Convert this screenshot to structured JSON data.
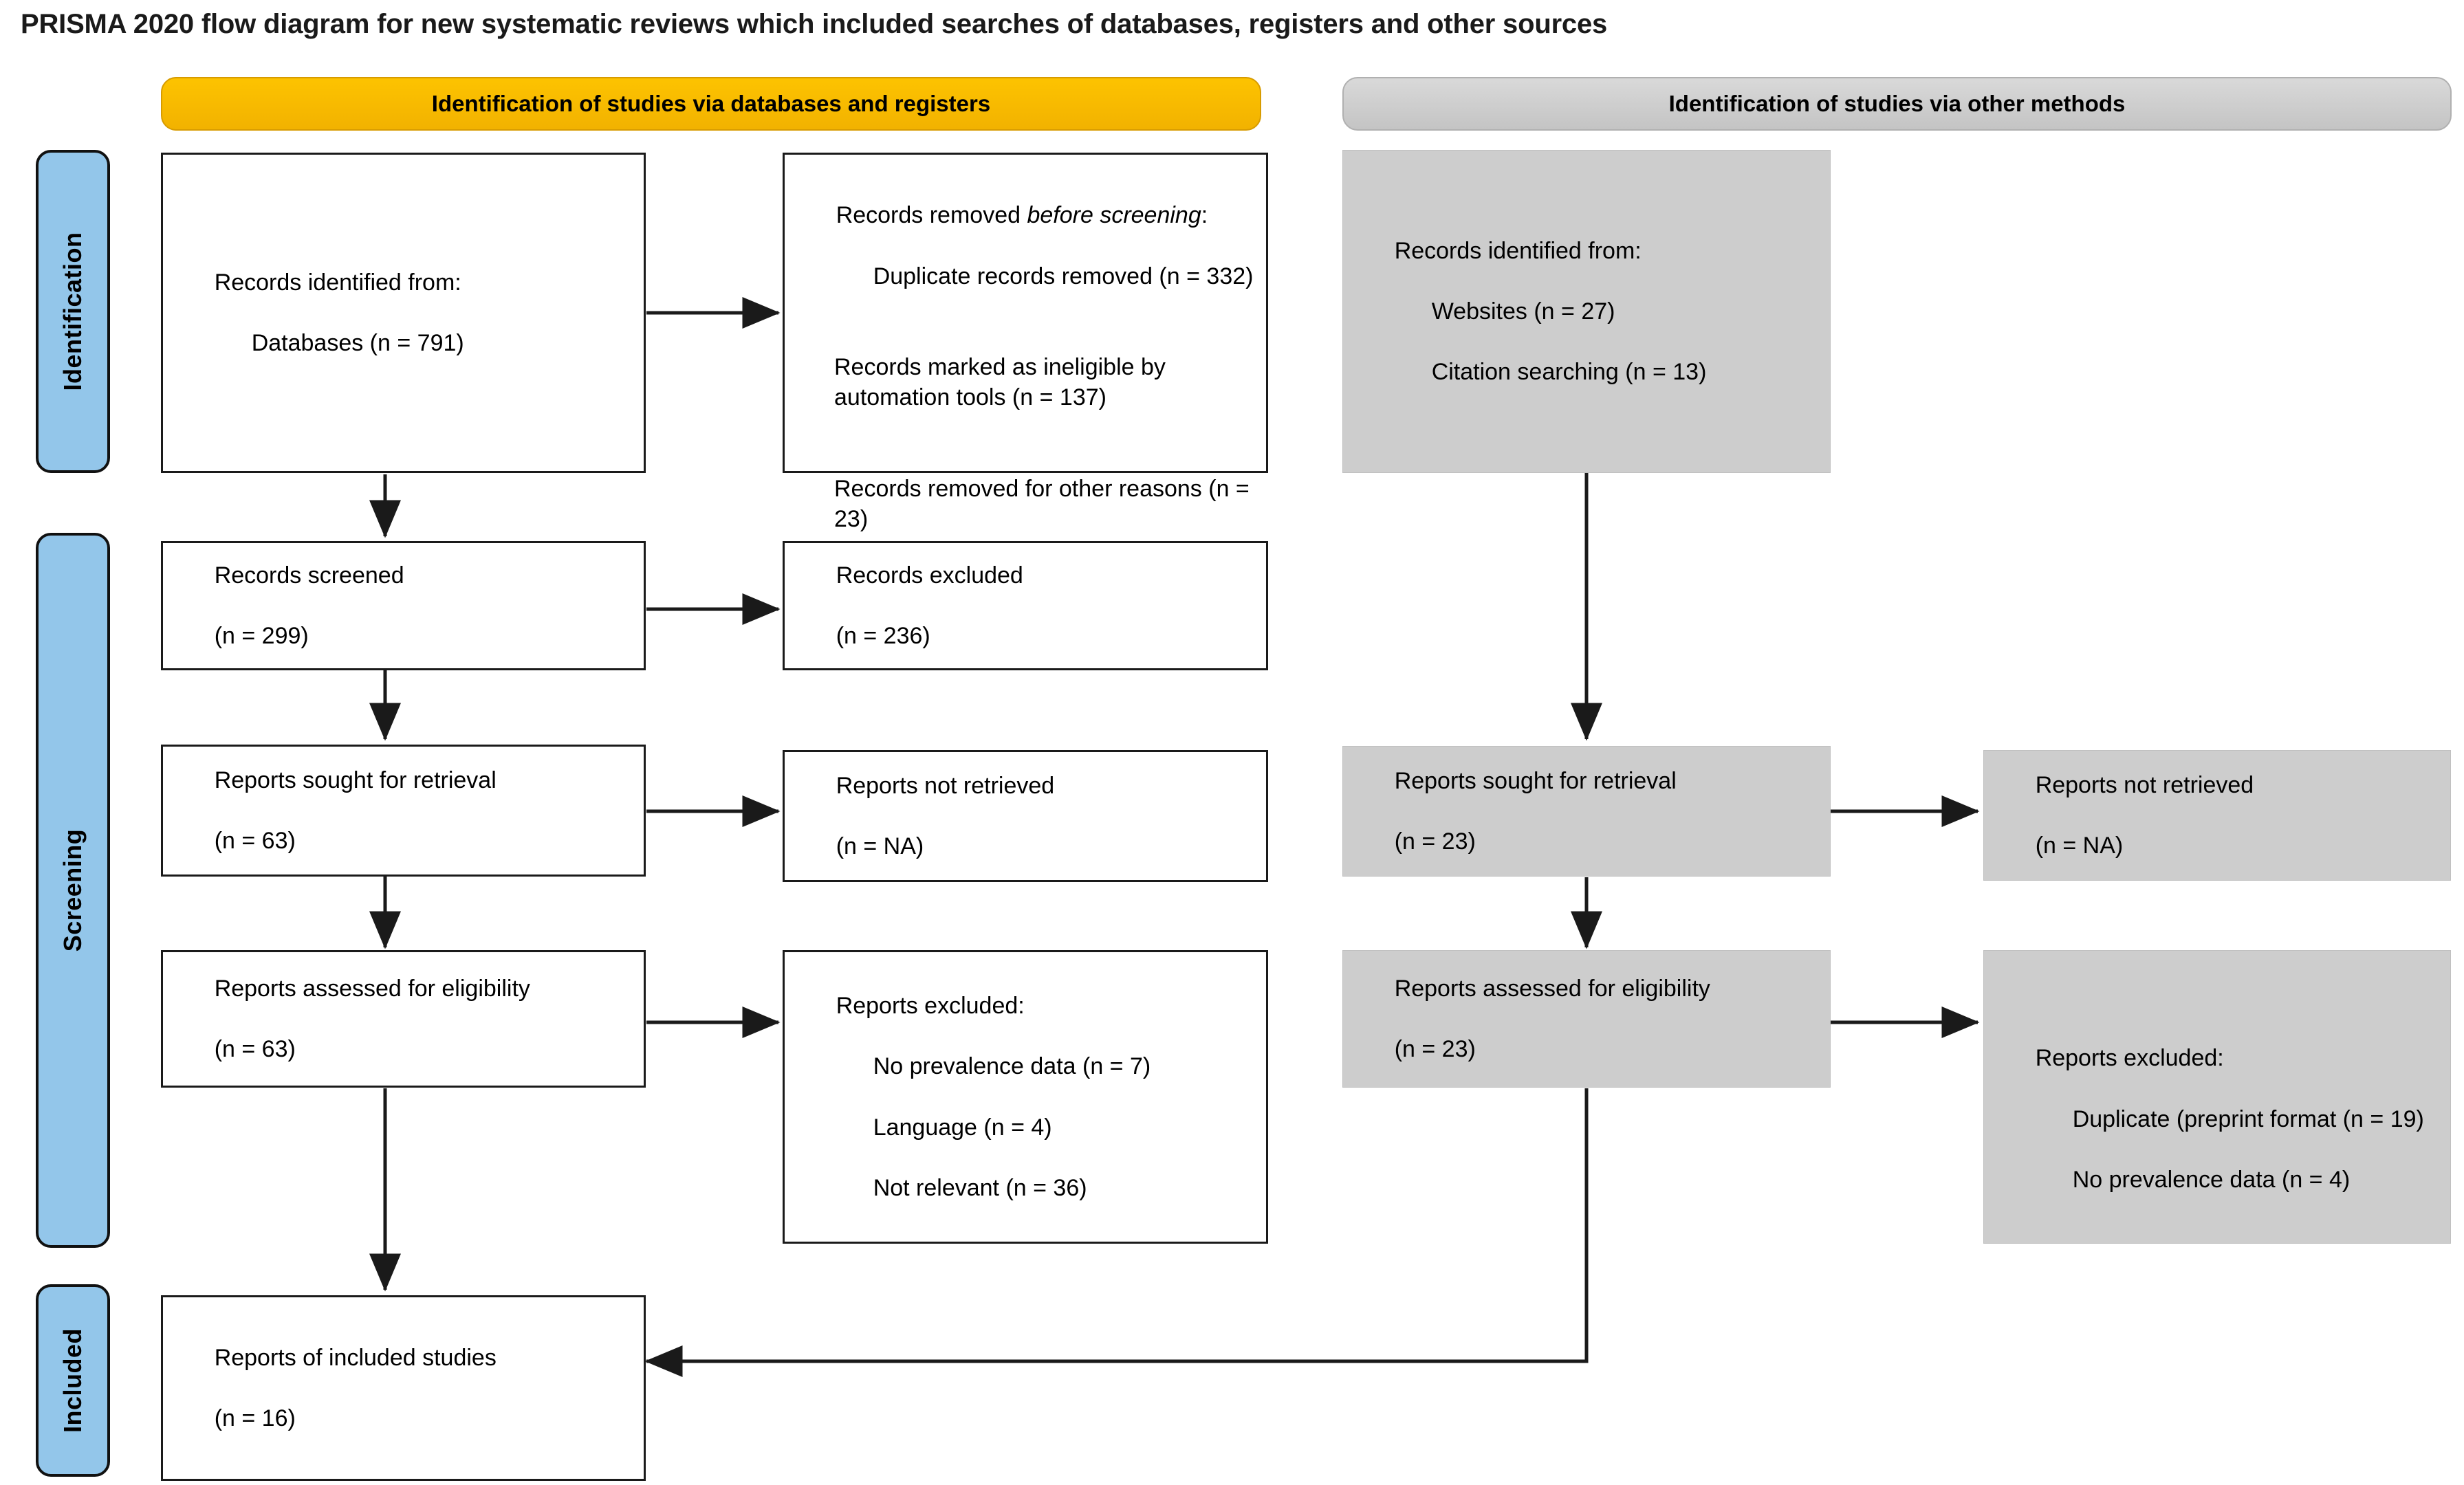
{
  "title": "PRISMA 2020 flow diagram for new systematic reviews which included searches of databases, registers and other sources",
  "colors": {
    "identification_header": "#FDC300",
    "other_methods_header": "#D0D0D0",
    "phase_label_fill": "#93C6EA",
    "grey_node_fill": "#CDCDCD",
    "white_node_fill": "#FFFFFF",
    "border": "#1A1A1A"
  },
  "band_headers": {
    "databases": "Identification of studies via databases and registers",
    "other": "Identification of studies via other methods"
  },
  "phases": {
    "identification": "Identification",
    "screening": "Screening",
    "included": "Included"
  },
  "databases_column": {
    "identified": {
      "line1": "Records identified from:",
      "line2": "Databases (n = 791)",
      "n_databases": 791
    },
    "removed_before_screening": {
      "heading_plain": "Records removed ",
      "heading_italic": "before screening",
      "heading_colon": ":",
      "item1": "Duplicate records removed (n = 332)",
      "item2": "Records marked as ineligible by automation tools (n = 137)",
      "item3": "Records removed for other reasons (n = 23)",
      "n_duplicates": 332,
      "n_ineligible_automation": 137,
      "n_other_reasons": 23
    },
    "records_screened": {
      "label": "Records screened",
      "count": "(n = 299)",
      "n": 299
    },
    "records_excluded": {
      "label": "Records excluded",
      "count": "(n = 236)",
      "n": 236
    },
    "reports_sought": {
      "label": "Reports sought for retrieval",
      "count": "(n = 63)",
      "n": 63
    },
    "reports_not_retrieved": {
      "label": "Reports not retrieved",
      "count": "(n = NA)",
      "n": "NA"
    },
    "reports_assessed": {
      "label": "Reports assessed for eligibility",
      "count": "(n = 63)",
      "n": 63
    },
    "reports_excluded": {
      "heading": "Reports excluded:",
      "item1": "No prevalence data (n = 7)",
      "item2": "Language (n = 4)",
      "item3": "Not relevant (n = 36)",
      "n_no_prevalence": 7,
      "n_language": 4,
      "n_not_relevant": 36
    }
  },
  "other_methods_column": {
    "identified": {
      "line1": "Records identified from:",
      "line2": "Websites (n = 27)",
      "line3": "Citation searching (n = 13)",
      "n_websites": 27,
      "n_citation_searching": 13
    },
    "reports_sought": {
      "label": "Reports sought for retrieval",
      "count": "(n = 23)",
      "n": 23
    },
    "reports_not_retrieved": {
      "label": "Reports not retrieved",
      "count": "(n = NA)",
      "n": "NA"
    },
    "reports_assessed": {
      "label": "Reports assessed for eligibility",
      "count": "(n = 23)",
      "n": 23
    },
    "reports_excluded": {
      "heading": "Reports excluded:",
      "item1": "Duplicate (preprint format (n = 19)",
      "item2": "No prevalence data (n = 4)",
      "n_duplicate_preprint": 19,
      "n_no_prevalence": 4
    }
  },
  "included_section": {
    "label": "Reports of included studies",
    "count": "(n = 16)",
    "n": 16
  }
}
